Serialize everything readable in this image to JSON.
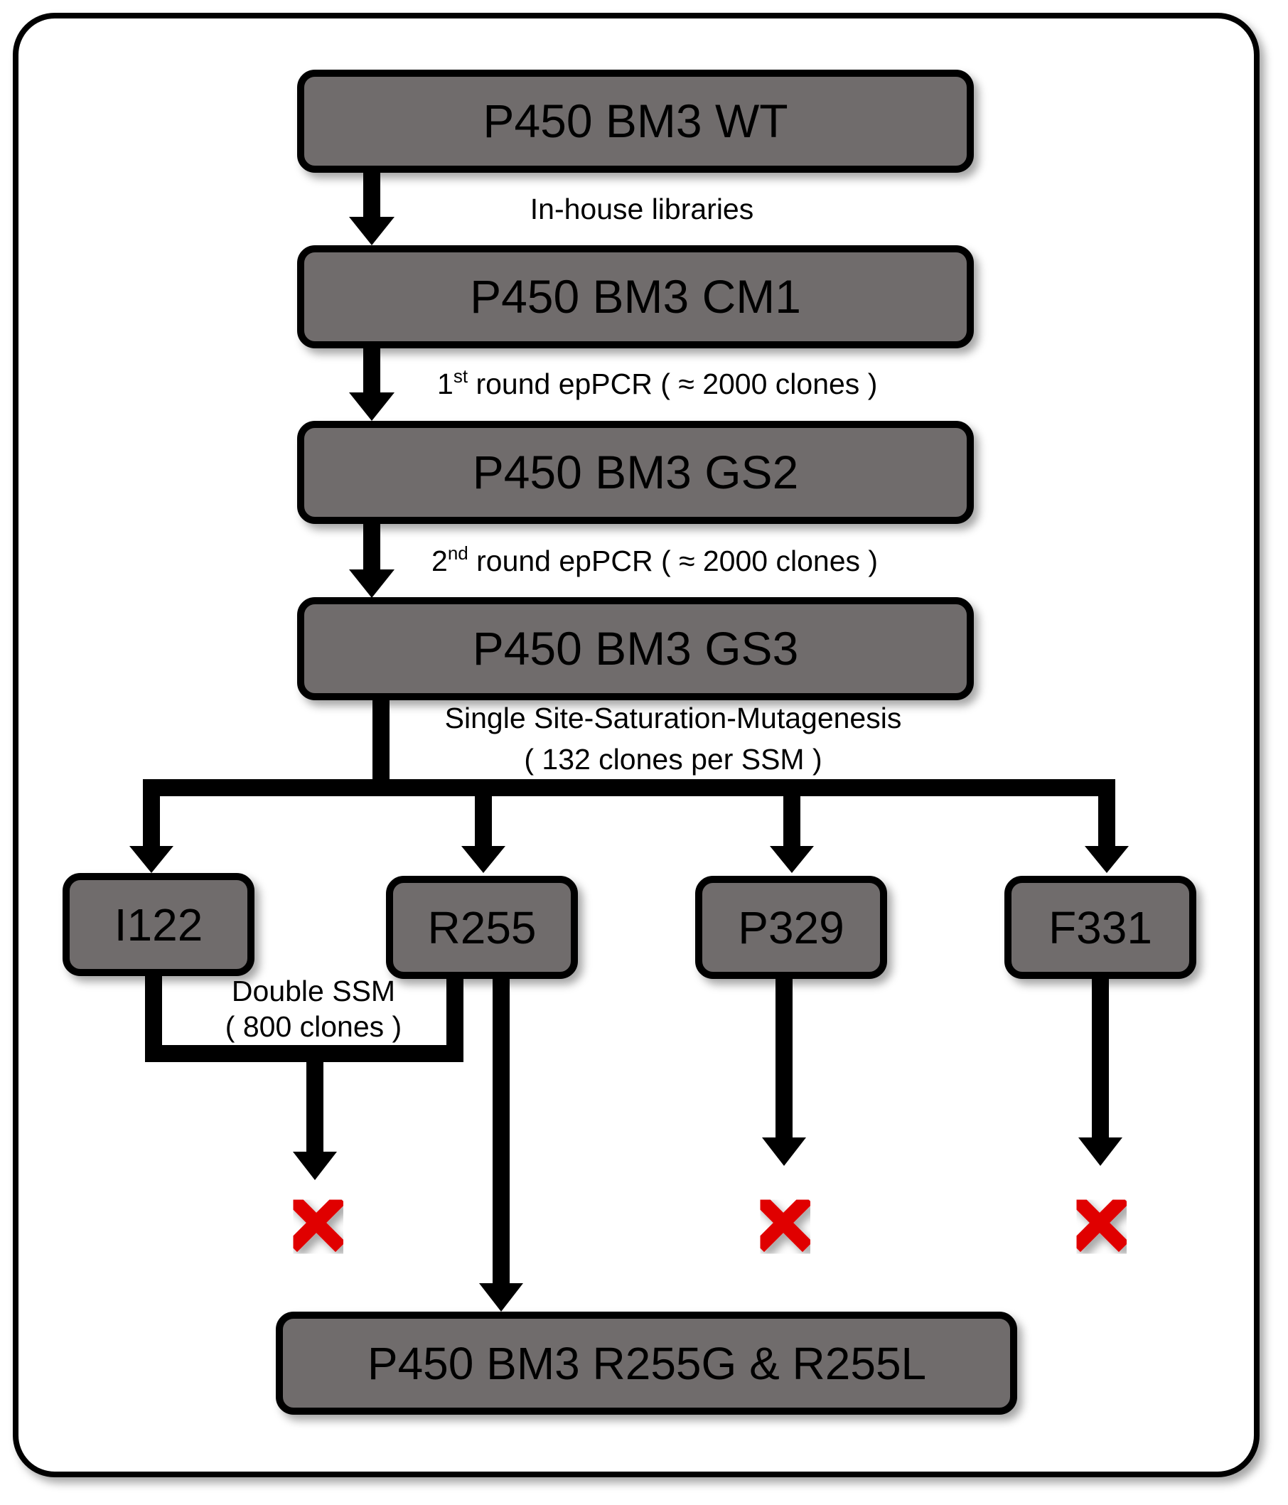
{
  "nodes": {
    "wt": "P450 BM3 WT",
    "cm1": "P450 BM3 CM1",
    "gs2": "P450 BM3 GS2",
    "gs3": "P450 BM3 GS3",
    "i122": "I122",
    "r255": "R255",
    "p329": "P329",
    "f331": "F331",
    "final": "P450 BM3 R255G & R255L"
  },
  "edges": {
    "inhouse": "In-house libraries",
    "round1": {
      "num": "1",
      "sup": "st",
      "rest": " round epPCR ( ≈ 2000 clones )"
    },
    "round2": {
      "num": "2",
      "sup": "nd",
      "rest": " round epPCR ( ≈ 2000 clones )"
    },
    "ssm_line1": "Single Site-Saturation-Mutagenesis",
    "ssm_line2": "( 132 clones per SSM )",
    "double_line1": "Double SSM",
    "double_line2": "( 800 clones )"
  },
  "colors": {
    "box_fill": "#706c6c",
    "arrow": "#000000",
    "reject_mark": "#e00000"
  },
  "icons": {
    "reject": "red-x-icon"
  }
}
